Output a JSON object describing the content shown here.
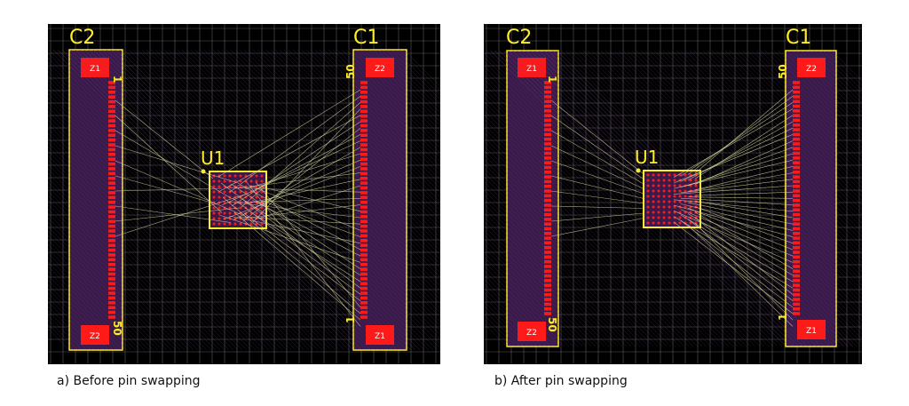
{
  "panels": [
    {
      "id": "a",
      "caption": "a) Before pin swapping",
      "mode": "crossed",
      "components": {
        "c2": {
          "designator": "C2",
          "pin_first": "1",
          "pin_last": "50",
          "pad_top": "Z1",
          "pad_bottom": "Z2"
        },
        "c1": {
          "designator": "C1",
          "pin_first": "50",
          "pin_last": "1",
          "pad_top": "Z2",
          "pad_bottom": "Z1"
        },
        "u1": {
          "designator": "U1"
        }
      }
    },
    {
      "id": "b",
      "caption": "b) After pin swapping",
      "mode": "ordered",
      "components": {
        "c2": {
          "designator": "C2",
          "pin_first": "1",
          "pin_last": "50",
          "pad_top": "Z1",
          "pad_bottom": "Z2"
        },
        "c1": {
          "designator": "C1",
          "pin_first": "50",
          "pin_last": "1",
          "pad_top": "Z2",
          "pad_bottom": "Z1"
        },
        "u1": {
          "designator": "U1"
        }
      }
    }
  ],
  "colors": {
    "background": "#000000",
    "grid": "#7a7a7a",
    "silkscreen": "#ffee22",
    "pad": "#ff1a1a",
    "component_fill": "#3a1a4a",
    "ratsnest": "#d8d8a0"
  }
}
